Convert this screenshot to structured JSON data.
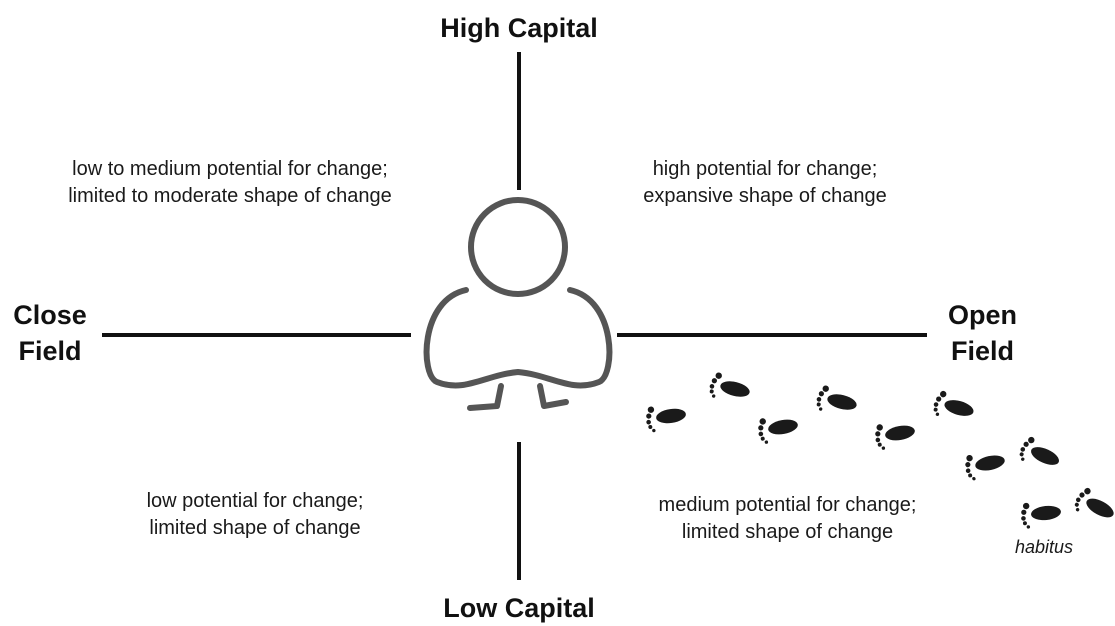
{
  "axes": {
    "top": "High Capital",
    "bottom": "Low Capital",
    "left_line1": "Close",
    "left_line2": "Field",
    "right_line1": "Open",
    "right_line2": "Field"
  },
  "quadrants": {
    "top_left": {
      "line1": "low to medium potential for change;",
      "line2": "limited to moderate shape of change"
    },
    "top_right": {
      "line1": "high potential for change;",
      "line2": "expansive shape of change"
    },
    "bottom_left": {
      "line1": "low potential for change;",
      "line2": "limited shape of change"
    },
    "bottom_right": {
      "line1": "medium potential for change;",
      "line2": "limited shape of change"
    }
  },
  "footprints_label": "habitus",
  "icons": {
    "center": "person-icon",
    "trail": "footprint-icon"
  },
  "colors": {
    "axis": "#111111",
    "person_outline": "#555555",
    "footprint": "#1a1a1a"
  }
}
